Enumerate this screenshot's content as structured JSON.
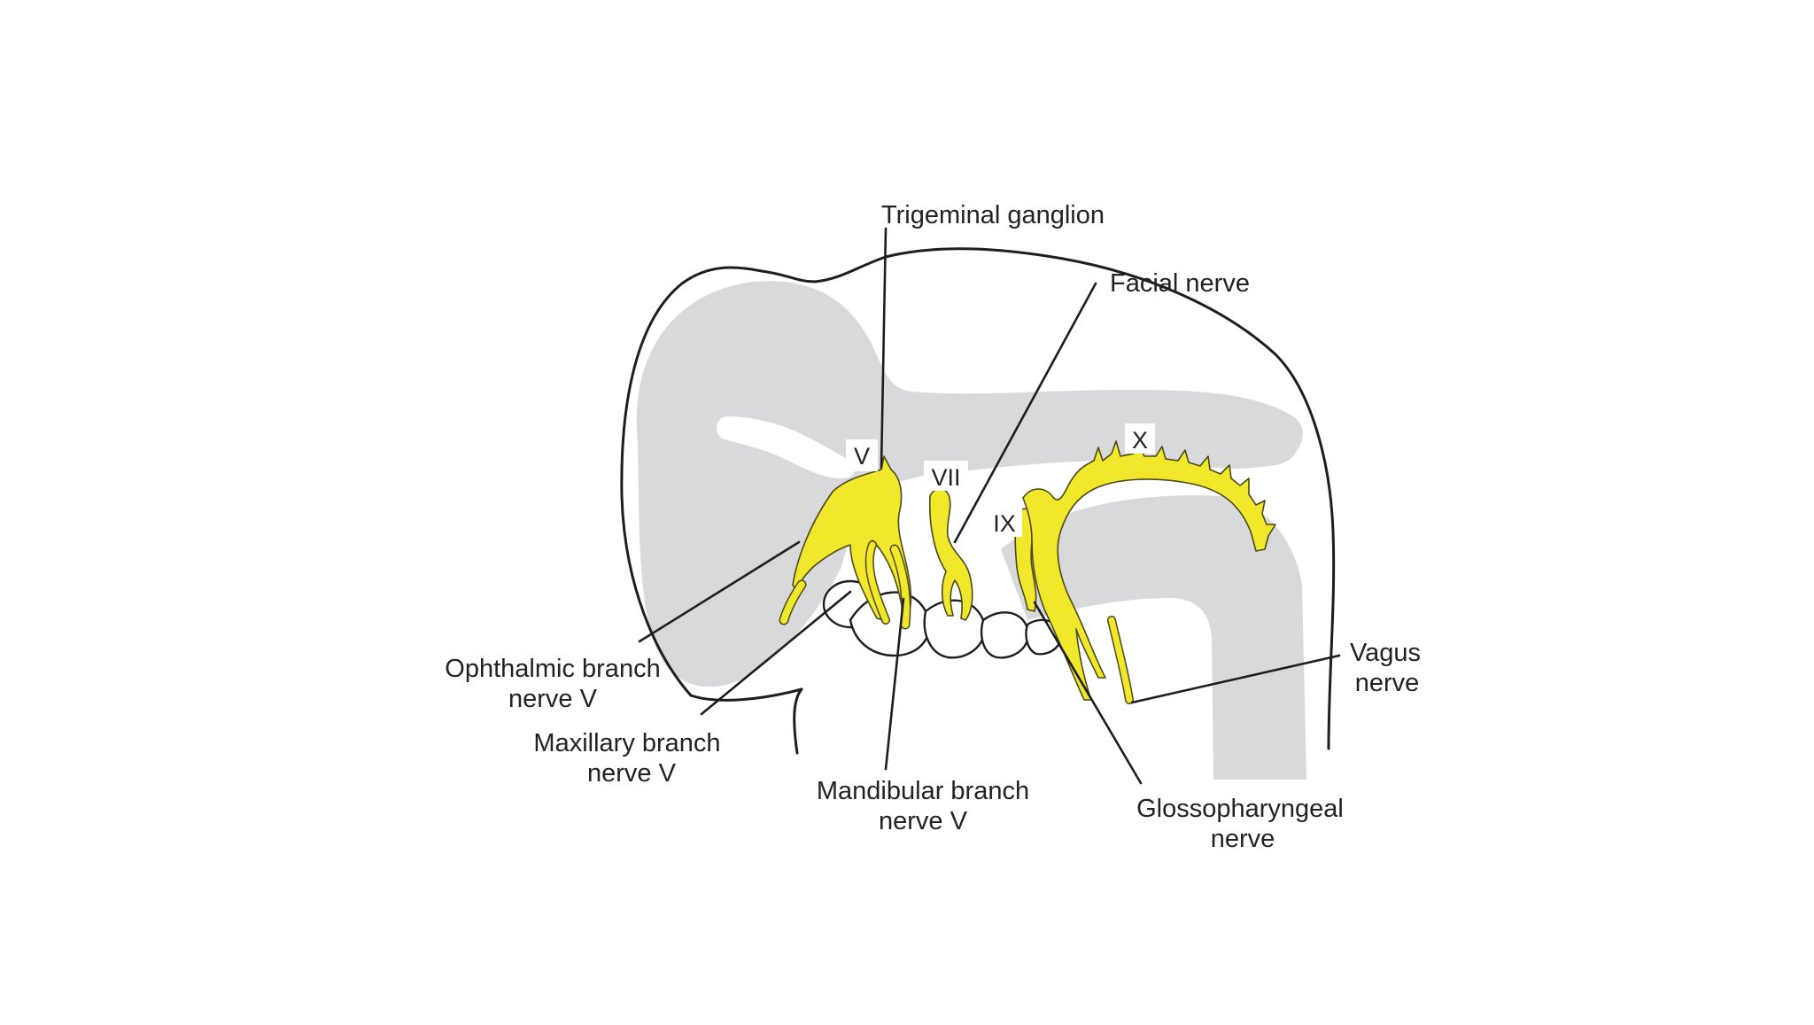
{
  "labels": {
    "trigeminal_ganglion": "Trigeminal ganglion",
    "facial_nerve": "Facial nerve",
    "ophthalmic_line1": "Ophthalmic branch",
    "ophthalmic_line2": "nerve V",
    "maxillary_line1": "Maxillary branch",
    "maxillary_line2": "nerve V",
    "mandibular_line1": "Mandibular branch",
    "mandibular_line2": "nerve V",
    "glosso_line1": "Glossopharyngeal",
    "glosso_line2": "nerve",
    "vagus_line1": "Vagus",
    "vagus_line2": "nerve"
  },
  "numerals": {
    "v": "V",
    "vii": "VII",
    "ix": "IX",
    "x": "X"
  },
  "colors": {
    "nerve_fill": "#f2e82b",
    "tissue_shade": "#d9d9db",
    "outline": "#1e1e1e",
    "label_text": "#222222"
  }
}
